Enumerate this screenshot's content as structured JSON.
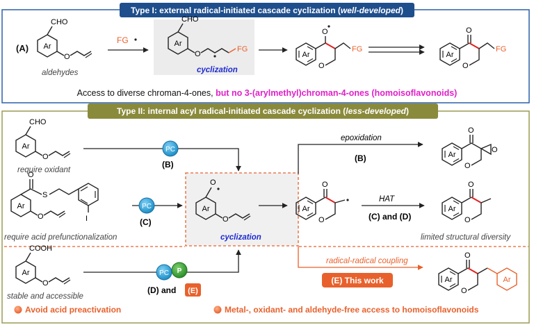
{
  "type1": {
    "title_prefix": "Type I: external radical-initiated cascade cyclization (",
    "title_em": "well-developed",
    "title_suffix": ")",
    "label_a": "(A)",
    "fg_radical": "FG",
    "aldehydes": "aldehydes",
    "cho": "CHO",
    "ar": "Ar",
    "fg": "FG",
    "cyclization": "cyclization",
    "summary_prefix": "Access to diverse chroman-4-ones,",
    "summary_highlight": " but no 3-(arylmethyl)chroman-4-ones (homoisoflavonoids)"
  },
  "type2": {
    "title_prefix": "Type II: internal acyl radical-initiated cascade cyclization (",
    "title_em": "less-developed",
    "title_suffix": ")",
    "ar": "Ar",
    "cho": "CHO",
    "cooh": "COOH",
    "s": "S",
    "o": "O",
    "i": "I",
    "pc": "PC",
    "p": "P",
    "require_oxidant": "require oxidant",
    "require_acid": "require acid prefunctionalization",
    "stable": "stable and accessible",
    "label_b": "(B)",
    "label_c": "(C)",
    "label_d_and": "(D) and",
    "label_e": "(E)",
    "cyclization": "cyclization",
    "epoxidation": "epoxidation",
    "hat": "HAT",
    "c_and_d": "(C) and (D)",
    "limited": "limited structural diversity",
    "rr_coupling": "radical-radical coupling",
    "this_work": "(E) This work",
    "bullet1": "Avoid acid preactivation",
    "bullet2": "Metal-,  oxidant- and aldehyde-free access to homoisoflavonoids"
  },
  "colors": {
    "type1_banner": "#1f4e8c",
    "type1_border": "#2a5ea8",
    "type2_banner": "#8a8a3c",
    "type2_border": "#9a9a55",
    "orange": "#e8612c",
    "magenta": "#e020c8",
    "red_bond": "#e02020",
    "pc_fill": "#29a9e0",
    "p_fill": "#3aa935"
  }
}
